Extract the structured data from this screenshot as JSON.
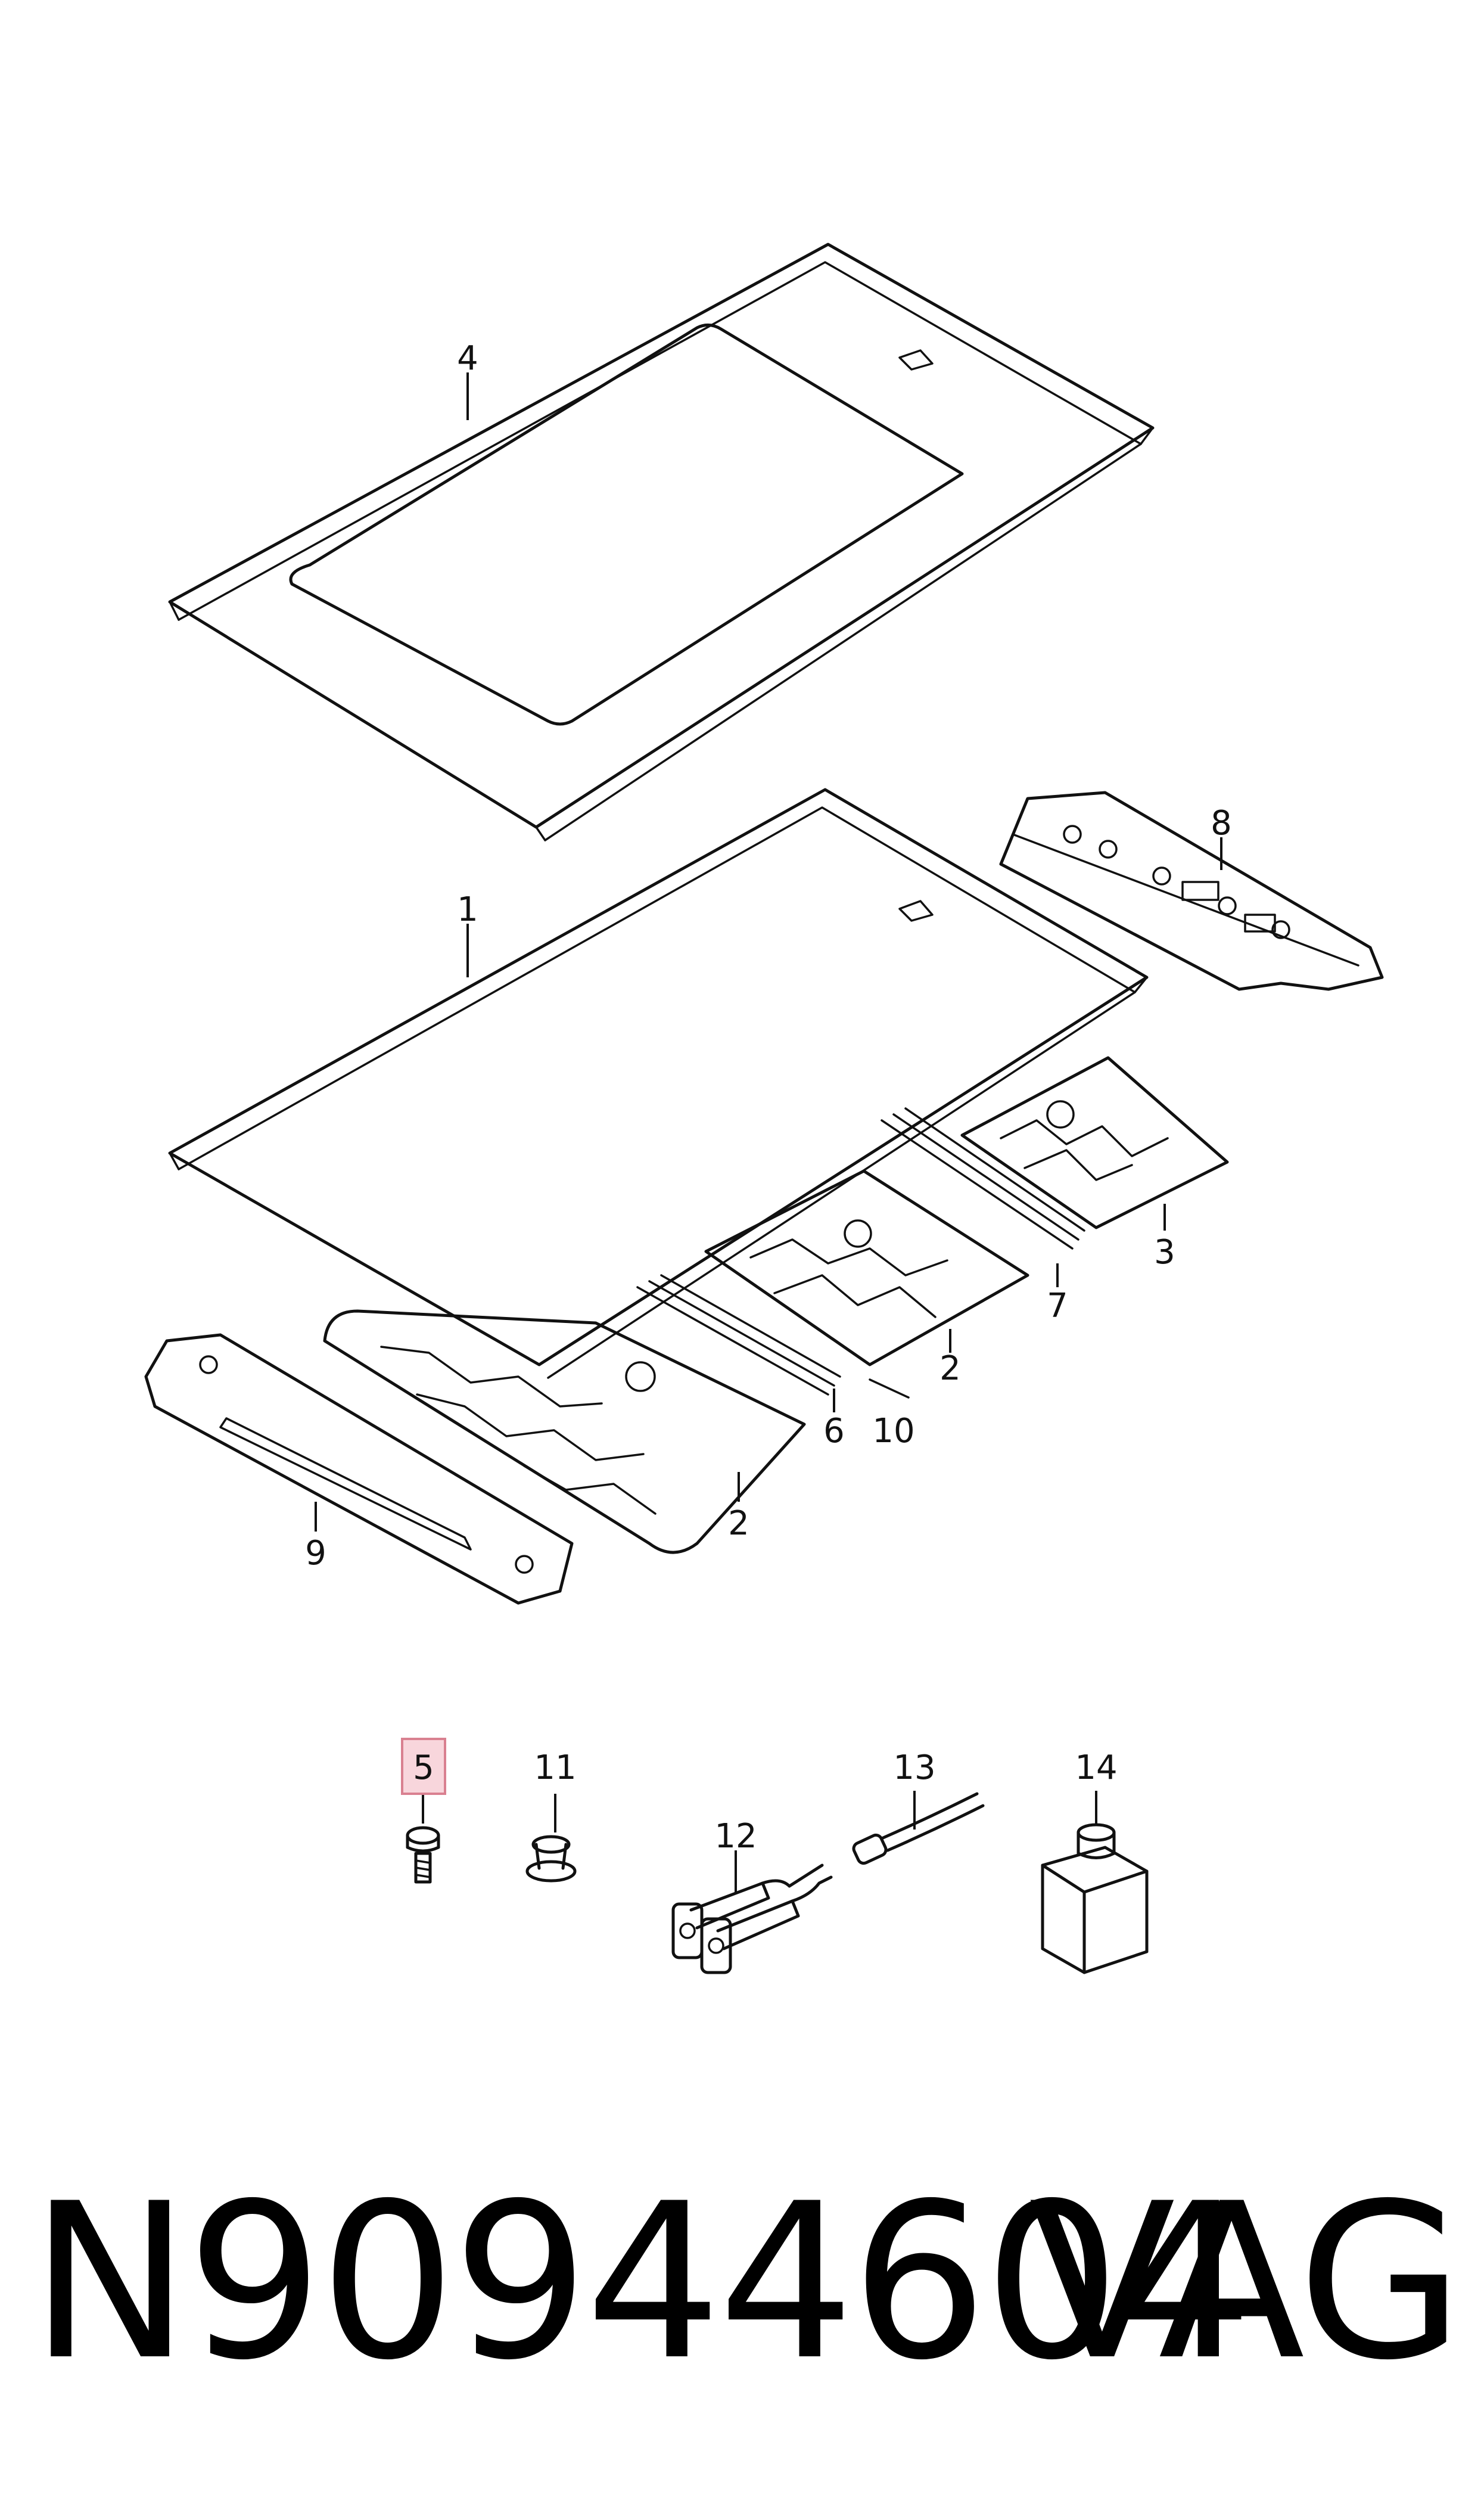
{
  "callouts": [
    {
      "id": "4",
      "label": "4",
      "highlighted": false
    },
    {
      "id": "1",
      "label": "1",
      "highlighted": false
    },
    {
      "id": "8",
      "label": "8",
      "highlighted": false
    },
    {
      "id": "3",
      "label": "3",
      "highlighted": false
    },
    {
      "id": "7",
      "label": "7",
      "highlighted": false
    },
    {
      "id": "2a",
      "label": "2",
      "highlighted": false
    },
    {
      "id": "6",
      "label": "6",
      "highlighted": false
    },
    {
      "id": "10",
      "label": "10",
      "highlighted": false
    },
    {
      "id": "2b",
      "label": "2",
      "highlighted": false
    },
    {
      "id": "9",
      "label": "9",
      "highlighted": false
    },
    {
      "id": "5",
      "label": "5",
      "highlighted": true
    },
    {
      "id": "11",
      "label": "11",
      "highlighted": false
    },
    {
      "id": "12",
      "label": "12",
      "highlighted": false
    },
    {
      "id": "13",
      "label": "13",
      "highlighted": false
    },
    {
      "id": "14",
      "label": "14",
      "highlighted": false
    }
  ],
  "colors": {
    "line": "#111111",
    "highlight_fill": "#f8d6dc",
    "highlight_stroke": "#d98090",
    "highlight_text": "#c0506a"
  },
  "footer": {
    "part_number": "N90944604",
    "brand": "VAG"
  }
}
